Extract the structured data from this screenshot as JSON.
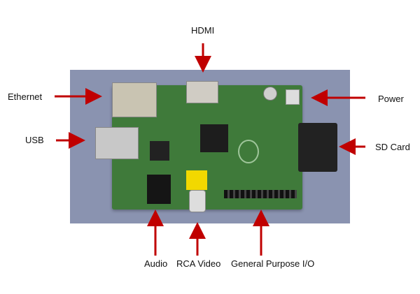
{
  "diagram": {
    "subject": "Raspberry Pi board",
    "arrow_color": "#c00000",
    "labels": {
      "hdmi": "HDMI",
      "ethernet": "Ethernet",
      "power": "Power",
      "usb": "USB",
      "sd_card": "SD Card",
      "audio": "Audio",
      "rca_video": "RCA Video",
      "gpio": "General Purpose I/O"
    }
  }
}
